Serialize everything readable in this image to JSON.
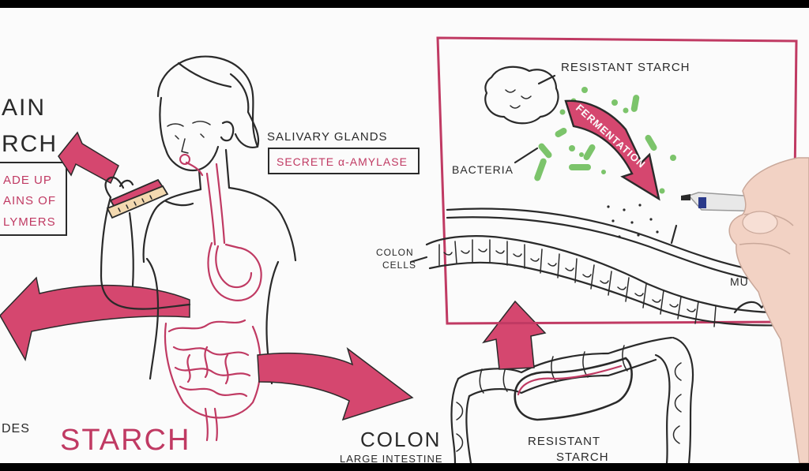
{
  "labels": {
    "main_l1": "AIN",
    "main_l2": "RCH",
    "box_l1": "ADE UP",
    "box_l2": "AINS OF",
    "box_l3": "LYMERS",
    "salivary": "SALIVARY GLANDS",
    "secrete": "SECRETE α-AMYLASE",
    "starch": "STARCH",
    "des": "DES",
    "colon": "COLON",
    "large_intestine": "LARGE INTESTINE",
    "resistant_starch_bottom_l1": "RESISTANT",
    "resistant_starch_bottom_l2": "STARCH",
    "resistant_starch_top": "RESISTANT STARCH",
    "fermentation": "FERMENTATION",
    "bacteria": "BACTERIA",
    "colon_cells_l1": "COLON",
    "colon_cells_l2": "CELLS",
    "mucus": "MU"
  },
  "colors": {
    "pink": "#d5476f",
    "pink_dark": "#c03a63",
    "green": "#7cc46b",
    "ink": "#2a2a2a",
    "paper": "#fbfbfb"
  },
  "icons": [
    "girl-eating-sandwich",
    "sandwich-icon",
    "digestive-tract",
    "starch-clump-icon",
    "bacteria-cluster",
    "colon-diagram",
    "hand-holding-marker"
  ]
}
